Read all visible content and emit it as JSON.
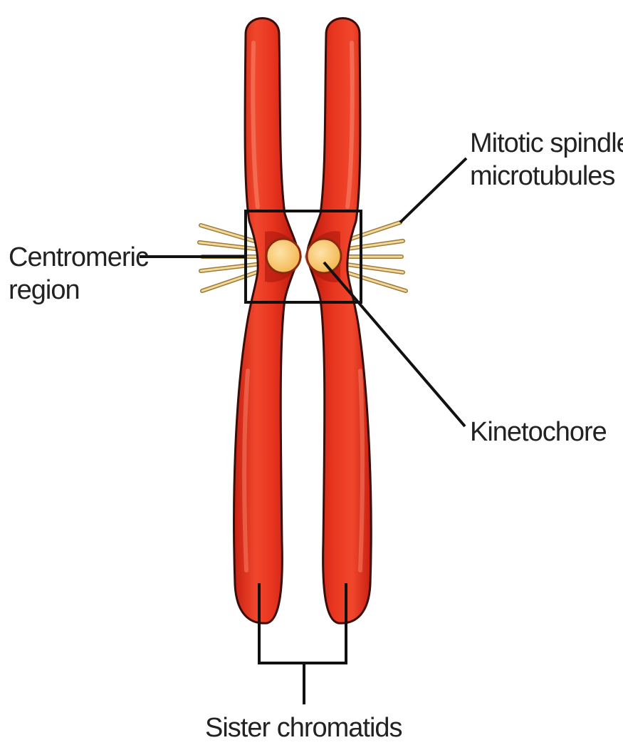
{
  "labels": {
    "spindle_line1": "Mitotic spindle",
    "spindle_line2": "microtubules",
    "centromeric_line1": "Centromeric",
    "centromeric_line2": "region",
    "kinetochore": "Kinetochore",
    "sister_chromatids": "Sister chromatids"
  },
  "colors": {
    "chromatid_fill": "#e8351f",
    "chromatid_dark": "#c41e10",
    "chromatid_highlight": "#f47a5e",
    "outline": "#3a0d08",
    "kinetochore_fill": "#fbd27a",
    "microtubule": "#d9b873",
    "line": "#111111"
  }
}
